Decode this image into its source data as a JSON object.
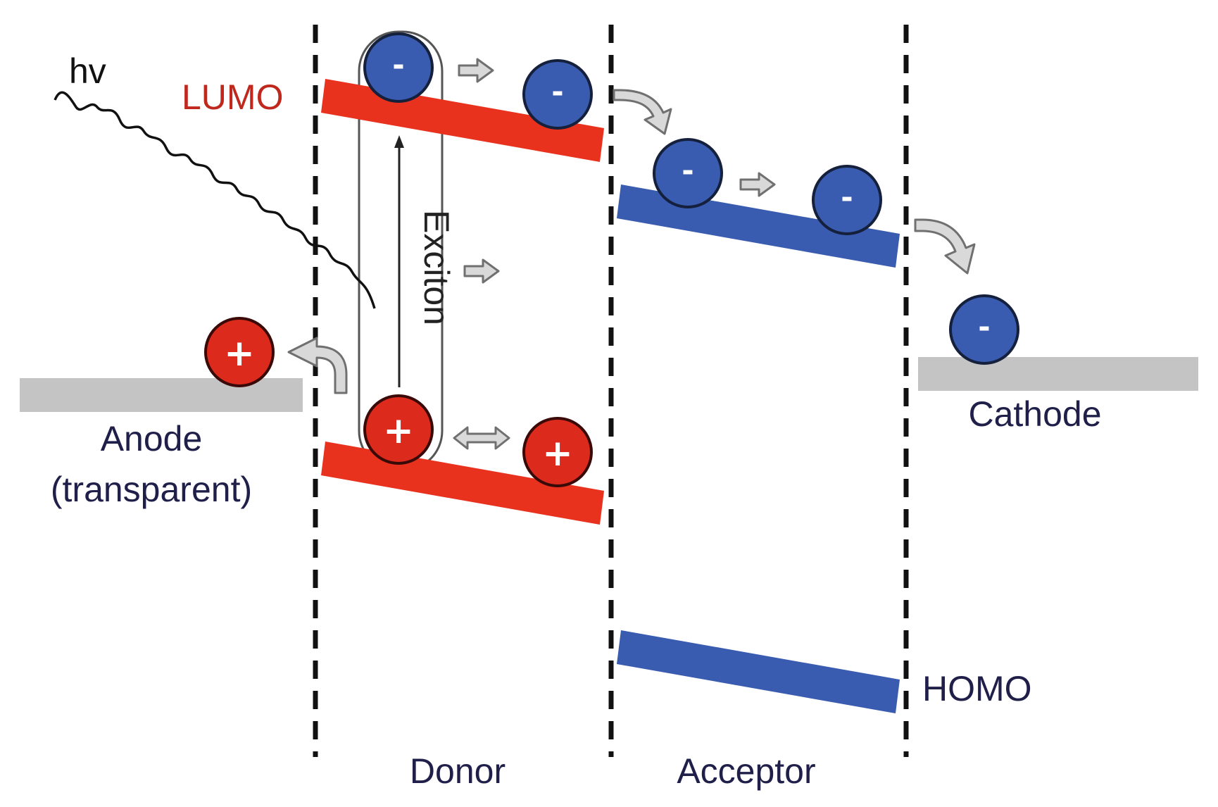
{
  "labels": {
    "photon": "hv",
    "lumo": "LUMO",
    "homo": "HOMO",
    "exciton": "Exciton",
    "anode_line1": "Anode",
    "anode_line2": "(transparent)",
    "cathode": "Cathode",
    "donor": "Donor",
    "acceptor": "Acceptor"
  },
  "charges": {
    "electron": "-",
    "hole": "+"
  },
  "colors": {
    "donor_level": "#e8321e",
    "acceptor_level": "#3a5cb0",
    "electrode": "#c4c4c4",
    "electron_fill": "#3a5cb0",
    "hole_fill": "#dc2a1c",
    "arrow_fill": "#d9d9d9",
    "arrow_stroke": "#707070",
    "label_text": "#1f1f4a",
    "lumo_text": "#c0281e"
  }
}
